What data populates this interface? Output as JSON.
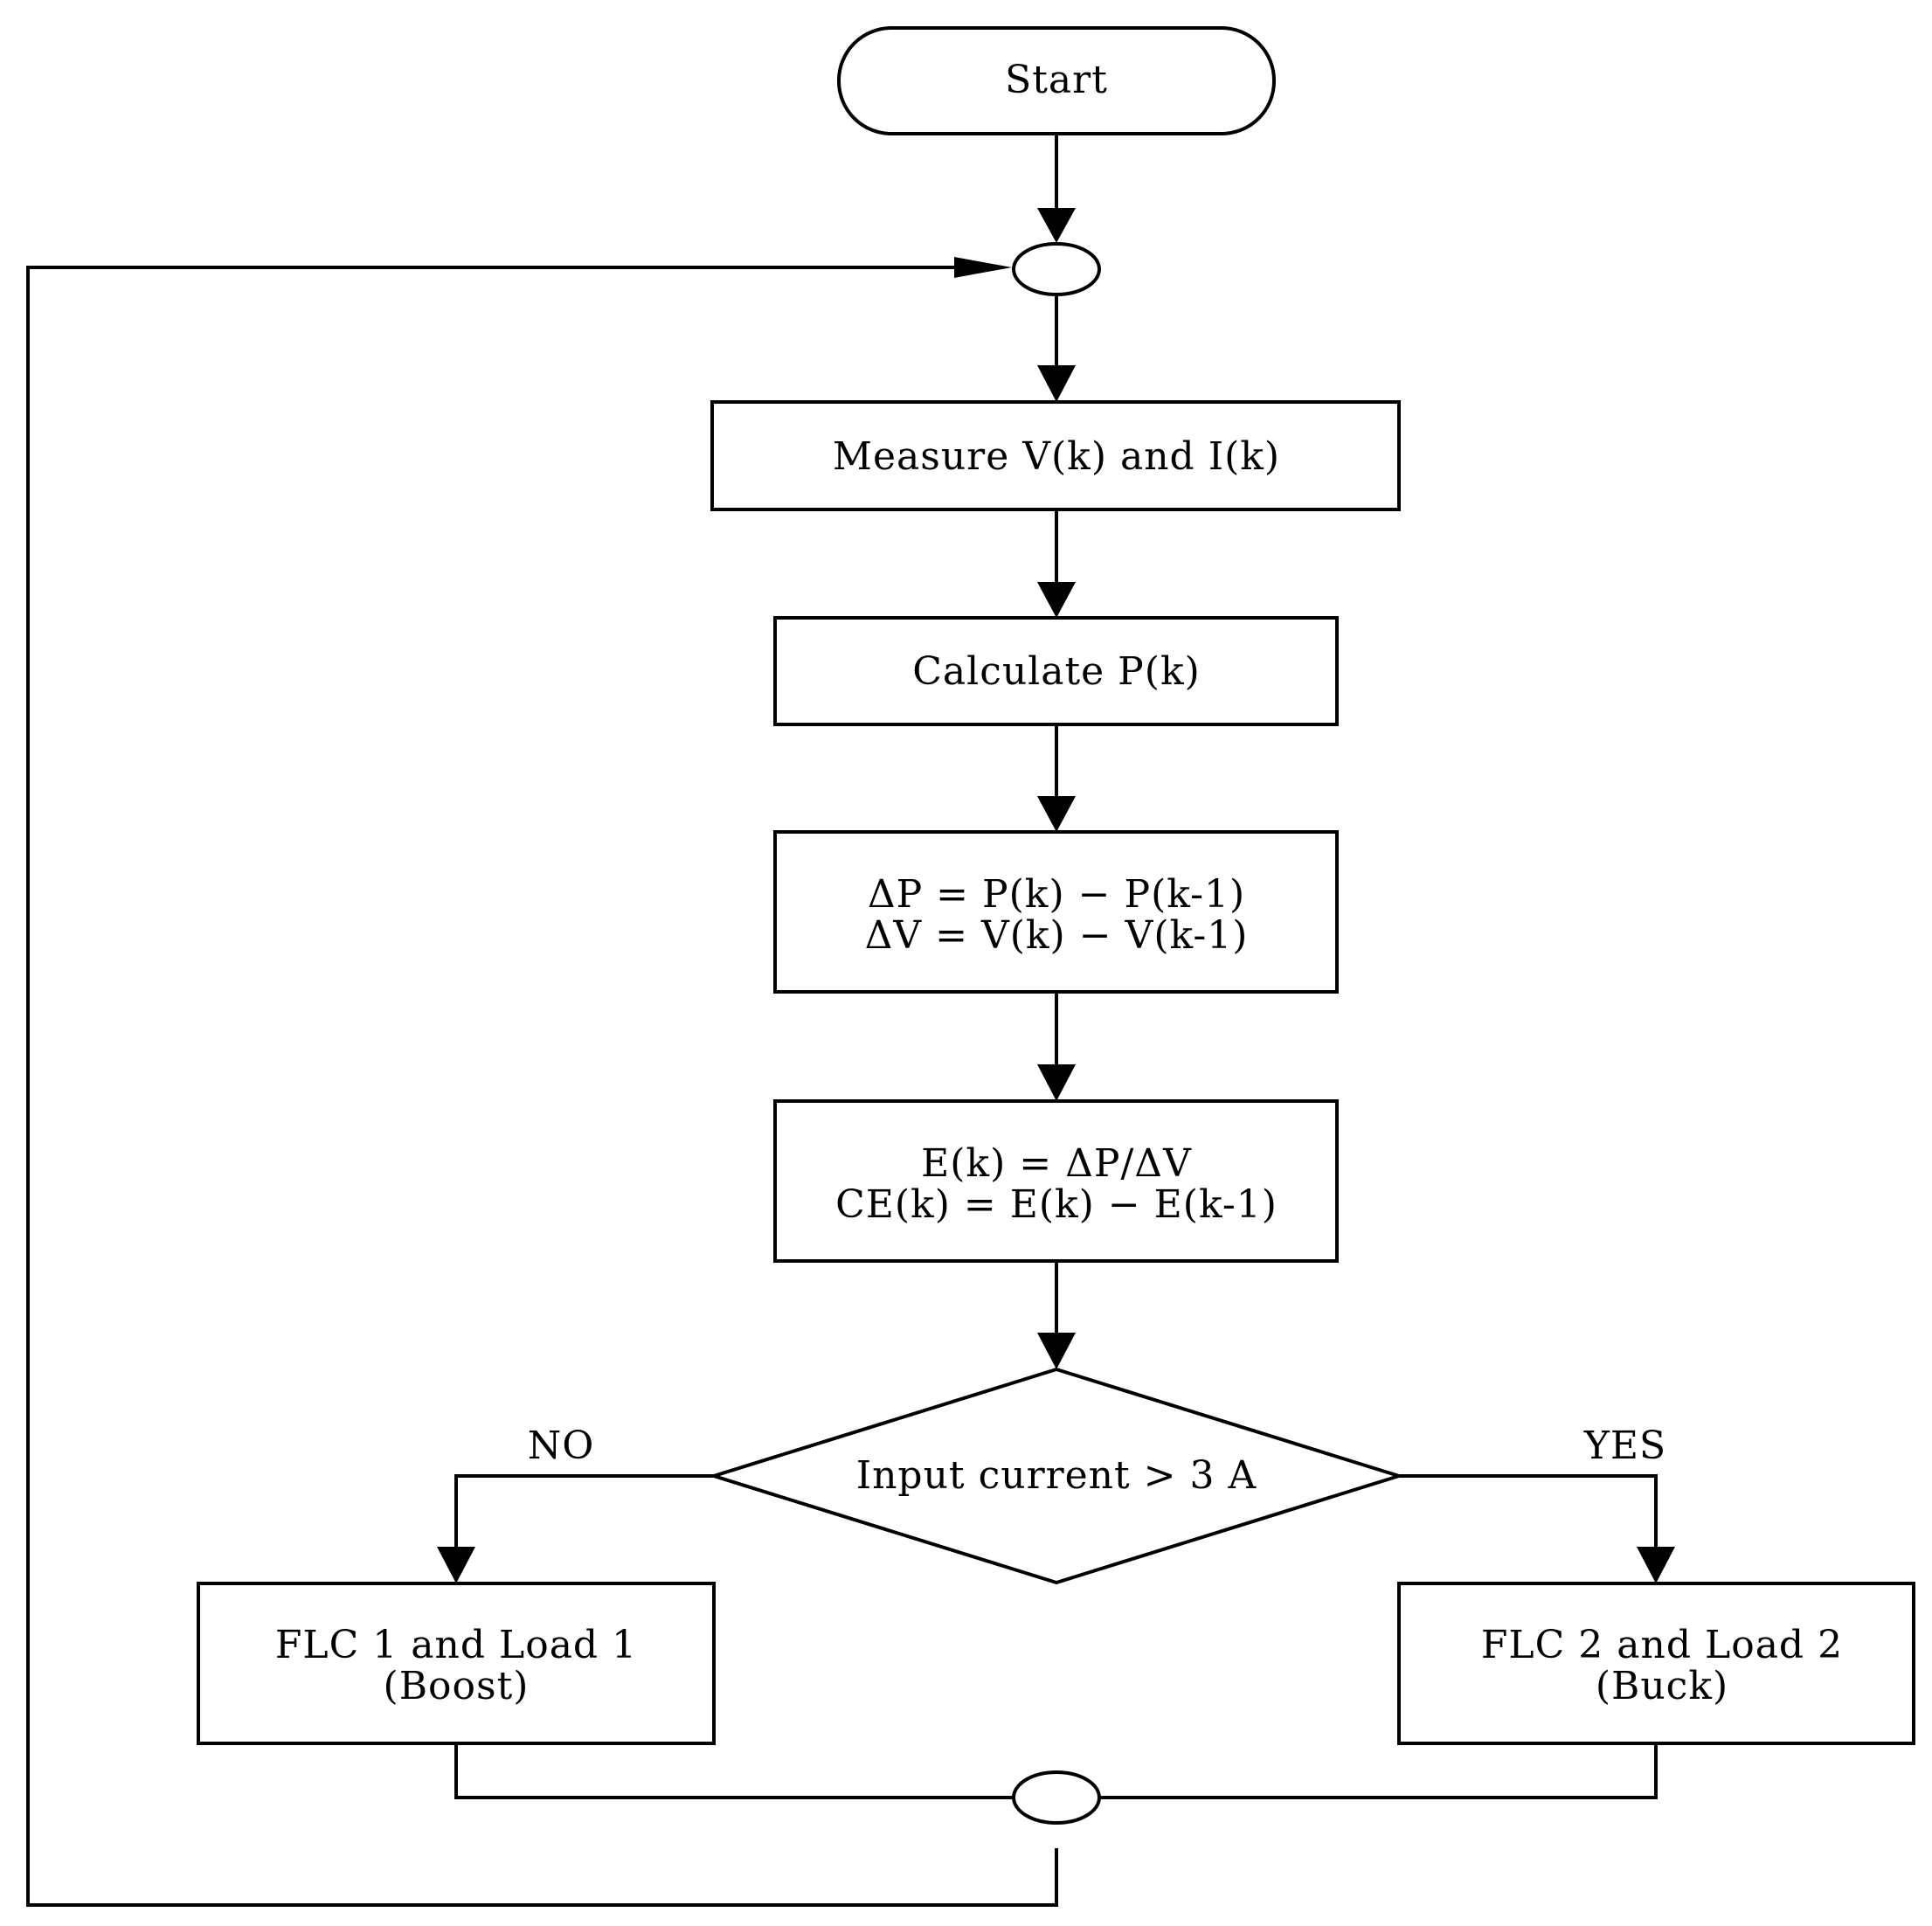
{
  "nodes": {
    "start": "Start",
    "measure": "Measure V(k) and I(k)",
    "calculate": "Calculate P(k)",
    "delta_p": "ΔP = P(k) − P(k-1)",
    "delta_v": "ΔV = V(k) − V(k-1)",
    "error": "E(k) = ΔP/ΔV",
    "change_error": "CE(k) = E(k) − E(k-1)",
    "decision": "Input current > 3 A",
    "flc1_line1": "FLC 1 and Load 1",
    "flc1_line2": "(Boost)",
    "flc2_line1": "FLC 2 and Load 2",
    "flc2_line2": "(Buck)"
  },
  "branches": {
    "no": "NO",
    "yes": "YES"
  }
}
